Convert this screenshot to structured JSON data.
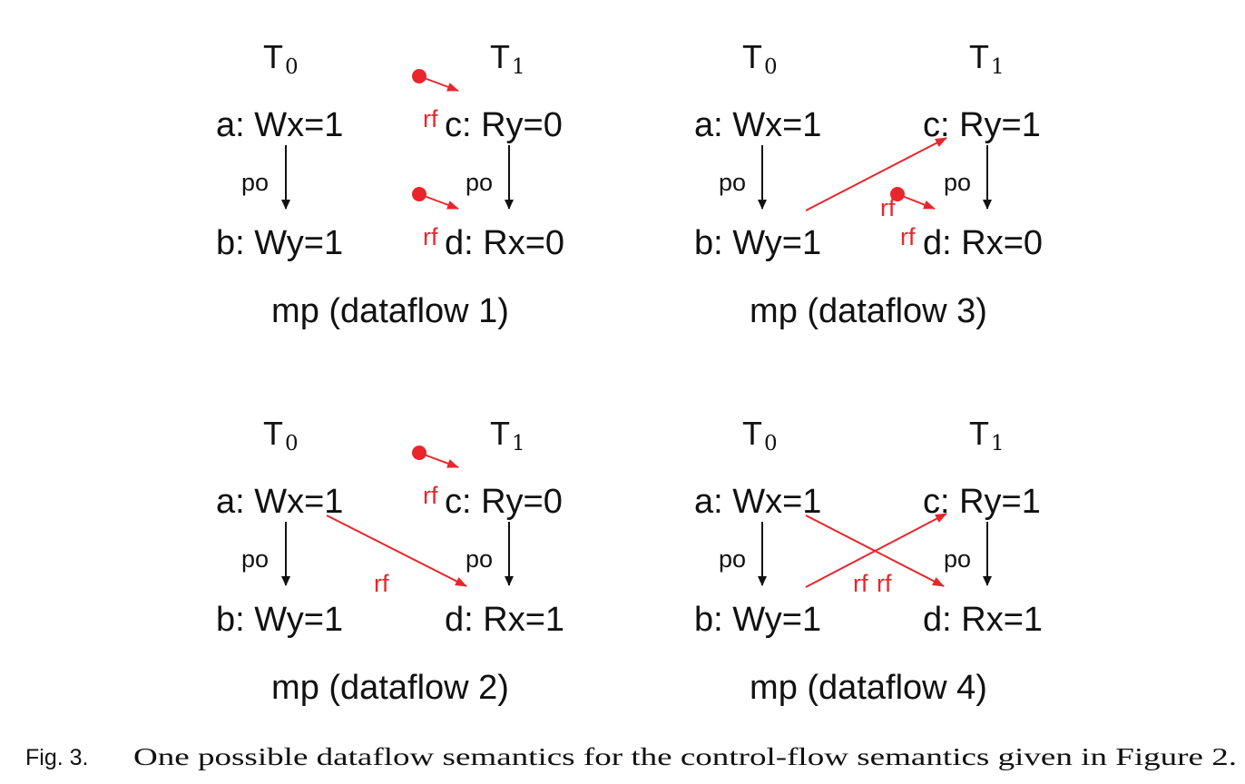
{
  "panels": [
    {
      "caption": "mp (dataflow 1)",
      "threads": [
        {
          "name": "T",
          "sub": "0"
        },
        {
          "name": "T",
          "sub": "1"
        }
      ],
      "events": {
        "a": "a: Wx=1",
        "b": "b: Wy=1",
        "c": "c: Ry=0",
        "d": "d: Rx=0"
      },
      "po_labels": [
        "po",
        "po"
      ],
      "rf_labels": [
        "rf",
        "rf"
      ]
    },
    {
      "caption": "mp (dataflow 3)",
      "threads": [
        {
          "name": "T",
          "sub": "0"
        },
        {
          "name": "T",
          "sub": "1"
        }
      ],
      "events": {
        "a": "a: Wx=1",
        "b": "b: Wy=1",
        "c": "c: Ry=1",
        "d": "d: Rx=0"
      },
      "po_labels": [
        "po",
        "po"
      ],
      "rf_labels": [
        "rf",
        "rf"
      ]
    },
    {
      "caption": "mp (dataflow 2)",
      "threads": [
        {
          "name": "T",
          "sub": "0"
        },
        {
          "name": "T",
          "sub": "1"
        }
      ],
      "events": {
        "a": "a: Wx=1",
        "b": "b: Wy=1",
        "c": "c: Ry=0",
        "d": "d: Rx=1"
      },
      "po_labels": [
        "po",
        "po"
      ],
      "rf_labels": [
        "rf",
        "rf"
      ]
    },
    {
      "caption": "mp (dataflow 4)",
      "threads": [
        {
          "name": "T",
          "sub": "0"
        },
        {
          "name": "T",
          "sub": "1"
        }
      ],
      "events": {
        "a": "a: Wx=1",
        "b": "b: Wy=1",
        "c": "c: Ry=1",
        "d": "d: Rx=1"
      },
      "po_labels": [
        "po",
        "po"
      ],
      "rf_labels": [
        "rf",
        "rf"
      ]
    }
  ],
  "figure_caption": {
    "number": "Fig. 3.",
    "text": "One possible dataflow semantics for the control-flow semantics given in Figure 2."
  },
  "colors": {
    "rf_edge": "#e8262b",
    "po_edge": "#111111",
    "text": "#111111"
  }
}
